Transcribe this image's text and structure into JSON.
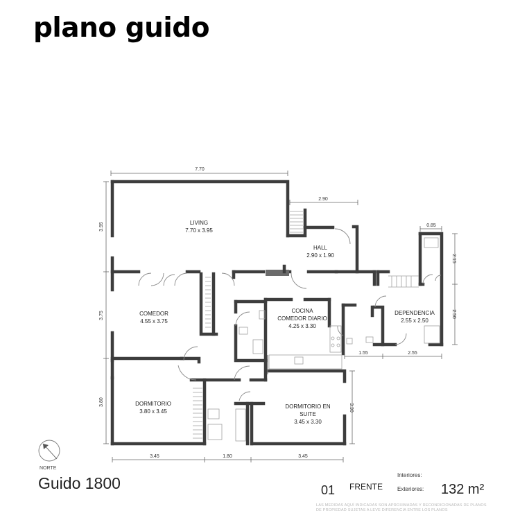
{
  "title": "plano guido",
  "address": "Guido 1800",
  "north_label": "NORTE",
  "unit_number": "01",
  "orientation": "FRENTE",
  "interior_label": "Interiores:",
  "exterior_label": "Exteriores:",
  "total_area": "132 m²",
  "disclaimer": "LAS MEDIDAS AQUÍ INDICADAS SON APROXIMADAS Y RECONDICIONADAS DE PLANOS DE PROPIEDAD SUJETAS A LEVE DIFERENCIA ENTRE LOS PLANOS",
  "rooms": {
    "living": {
      "name": "LIVING",
      "size": "7.70 x 3.95"
    },
    "hall": {
      "name": "HALL",
      "size": "2.90 x 1.90"
    },
    "comedor": {
      "name": "COMEDOR",
      "size": "4.55 x 3.75"
    },
    "cocina": {
      "name1": "COCINA",
      "name2": "COMEDOR DIARIO",
      "size": "4.25 x 3.30"
    },
    "dependencia": {
      "name": "DEPENDENCIA",
      "size": "2.55 x 2.50"
    },
    "dormitorio": {
      "name": "DORMITORIO",
      "size": "3.80 x 3.45"
    },
    "suite": {
      "name1": "DORMITORIO EN",
      "name2": "SUITE",
      "size": "3.45 x 3.30"
    }
  },
  "dimensions": {
    "top_width": "7.70",
    "hall_width": "2.90",
    "dep_top": "0.85",
    "left_living": "3.95",
    "left_comedor": "3.75",
    "left_dorm": "3.80",
    "right_dep_top": "2.15",
    "right_dep": "2.50",
    "right_suite": "3.30",
    "bottom_left": "3.45",
    "bottom_mid": "1.80",
    "bottom_right": "3.45",
    "bottom_service": "1.55",
    "bottom_dep": "2.55"
  }
}
